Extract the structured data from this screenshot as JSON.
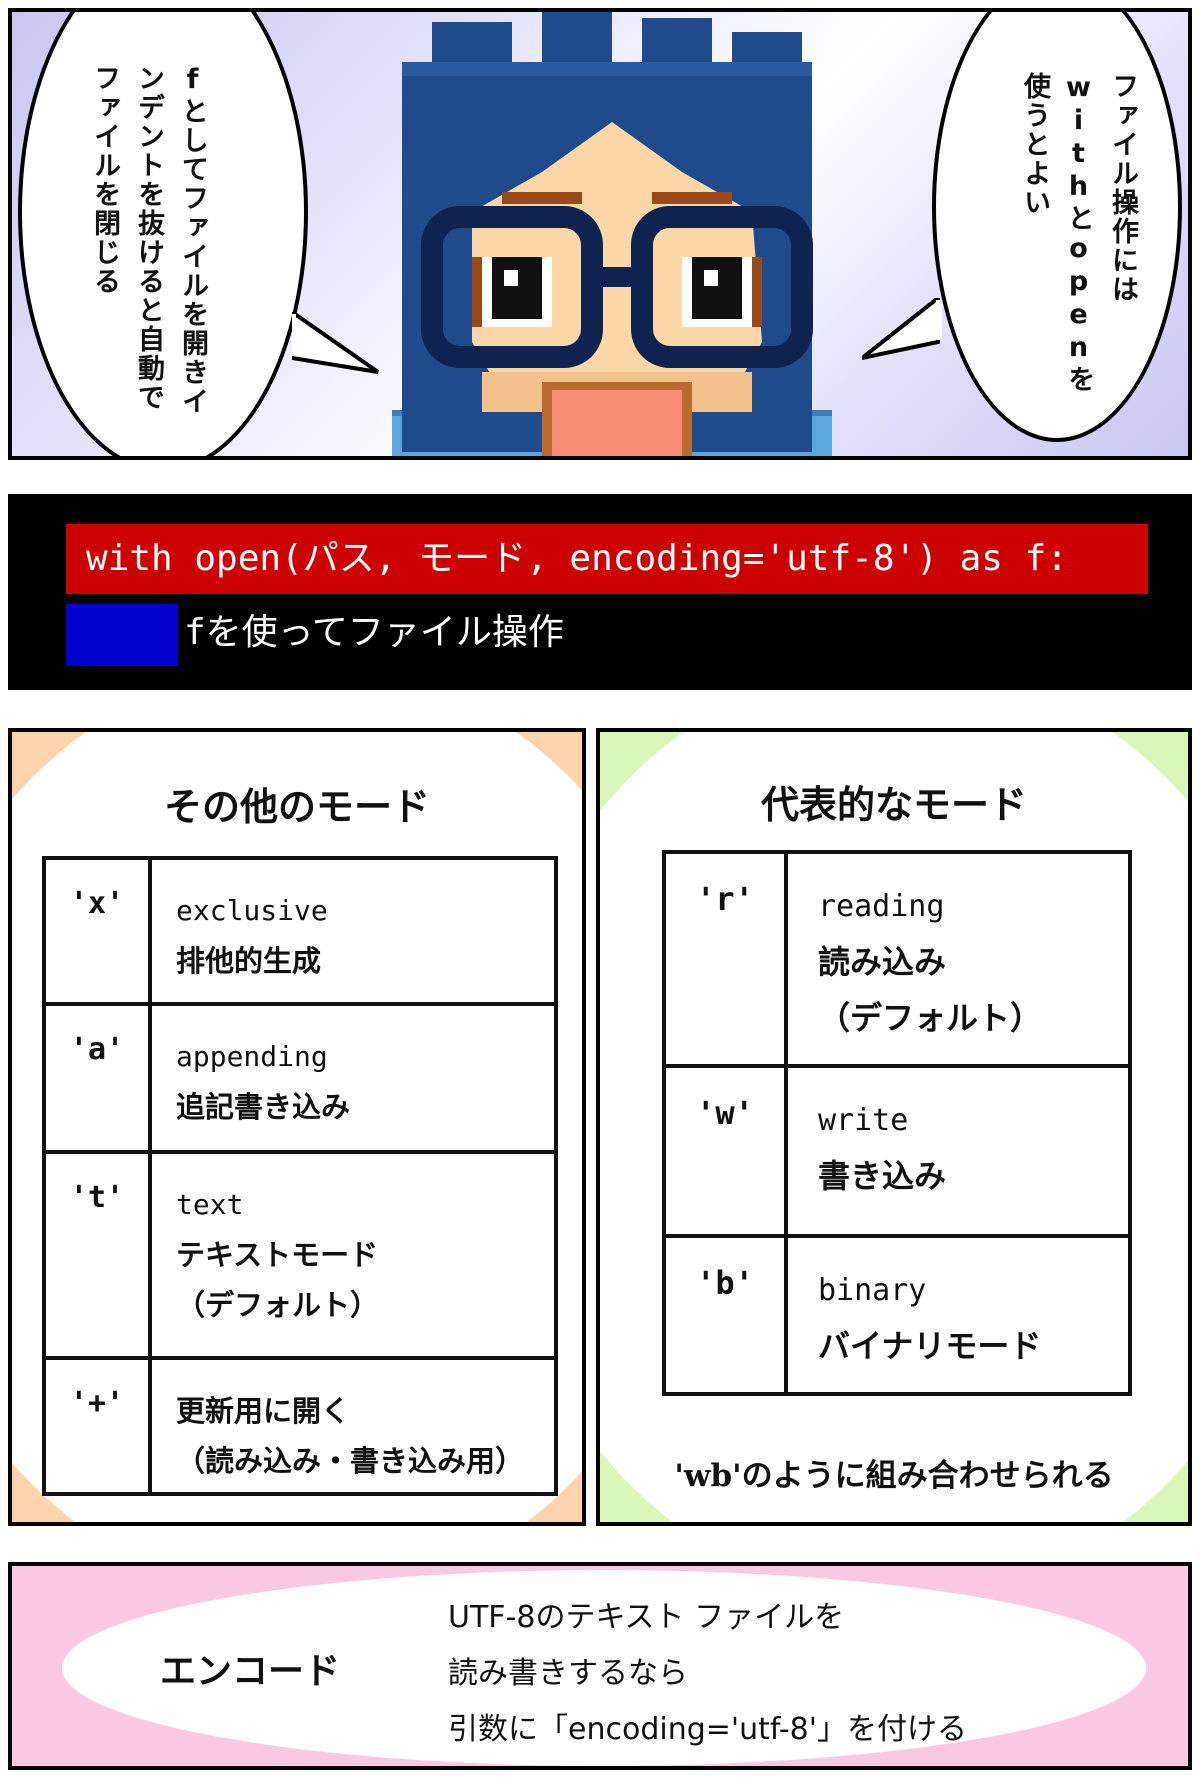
{
  "speech": {
    "left": "fとしてファイルを開きインデントを抜けると自動でファイルを閉じる",
    "right": "ファイル操作にはwithとopenを使うとよい"
  },
  "code": {
    "line1": "with open(パス, モード, encoding='utf-8') as f:",
    "line2": "fを使ってファイル操作"
  },
  "other_modes": {
    "title": "その他のモード",
    "rows": [
      {
        "key": "'x'",
        "en": "exclusive",
        "ja": "排他的生成",
        "ja2": ""
      },
      {
        "key": "'a'",
        "en": "appending",
        "ja": "追記書き込み",
        "ja2": ""
      },
      {
        "key": "'t'",
        "en": "text",
        "ja": "テキストモード",
        "ja2": "（デフォルト）"
      },
      {
        "key": "'+'",
        "en": "",
        "ja": "更新用に開く",
        "ja2": "（読み込み・書き込み用）"
      }
    ]
  },
  "main_modes": {
    "title": "代表的なモード",
    "rows": [
      {
        "key": "'r'",
        "en": "reading",
        "ja": "読み込み",
        "ja2": "（デフォルト）"
      },
      {
        "key": "'w'",
        "en": "write",
        "ja": "書き込み",
        "ja2": ""
      },
      {
        "key": "'b'",
        "en": "binary",
        "ja": "バイナリモード",
        "ja2": ""
      }
    ],
    "note": "'wb'のように組み合わせられる"
  },
  "encode": {
    "title": "エンコード",
    "lines": [
      "UTF-8のテキスト ファイルを",
      "読み書きするなら",
      "引数に「encoding='utf-8'」を付ける"
    ]
  },
  "colors": {
    "code_background": "#000000",
    "code_highlight": "#cc0000",
    "indent_block": "#0000cc",
    "other_modes_bg": "#fbd3ad",
    "main_modes_bg": "#d9f7b8",
    "encode_bg": "#fbc8e4",
    "comic_bg": "#c9c6f2"
  }
}
